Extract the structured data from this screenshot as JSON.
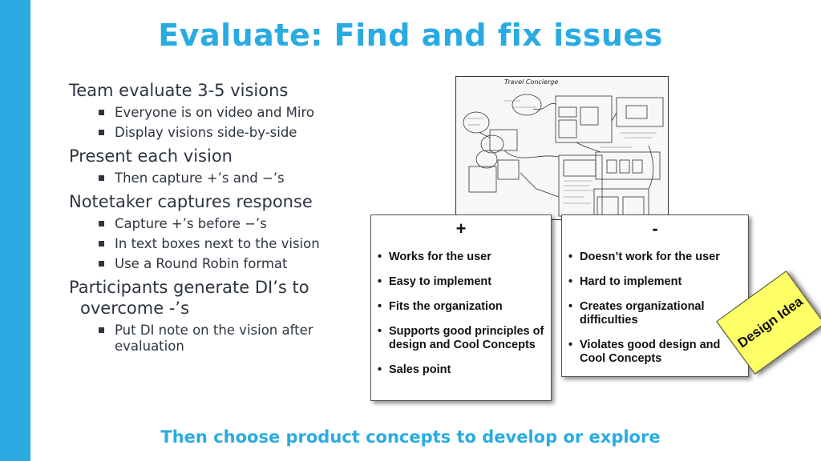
{
  "title": "Evaluate: Find and fix issues",
  "footer": "Then choose product concepts to develop or explore",
  "bullets": [
    {
      "text": "Team evaluate 3-5 visions",
      "sub": [
        "Everyone is on video and Miro",
        "Display visions side-by-side"
      ]
    },
    {
      "text": "Present each vision",
      "sub": [
        "Then capture +’s and −’s"
      ]
    },
    {
      "text": "Notetaker captures response",
      "sub": [
        "Capture  +’s before −’s",
        "In text boxes next to the vision",
        "Use a Round Robin format"
      ]
    },
    {
      "text": "Participants generate DI’s to overcome -’s",
      "sub": [
        "Put DI note on the vision after evaluation"
      ]
    }
  ],
  "sketch": {
    "title": "Travel Concierge"
  },
  "plus_card": {
    "symbol": "+",
    "items": [
      "Works for the user",
      "Easy to implement",
      "Fits the organization",
      "Supports good principles of design and Cool Concepts",
      "Sales point"
    ]
  },
  "minus_card": {
    "symbol": "-",
    "items": [
      "Doesn’t work for the user",
      "Hard to implement",
      "Creates organizational difficulties",
      "Violates good design and Cool Concepts"
    ]
  },
  "sticky_note": "Design Idea",
  "colors": {
    "accent": "#29abe2",
    "sticky": "#ffff66",
    "text": "#2d3540"
  }
}
